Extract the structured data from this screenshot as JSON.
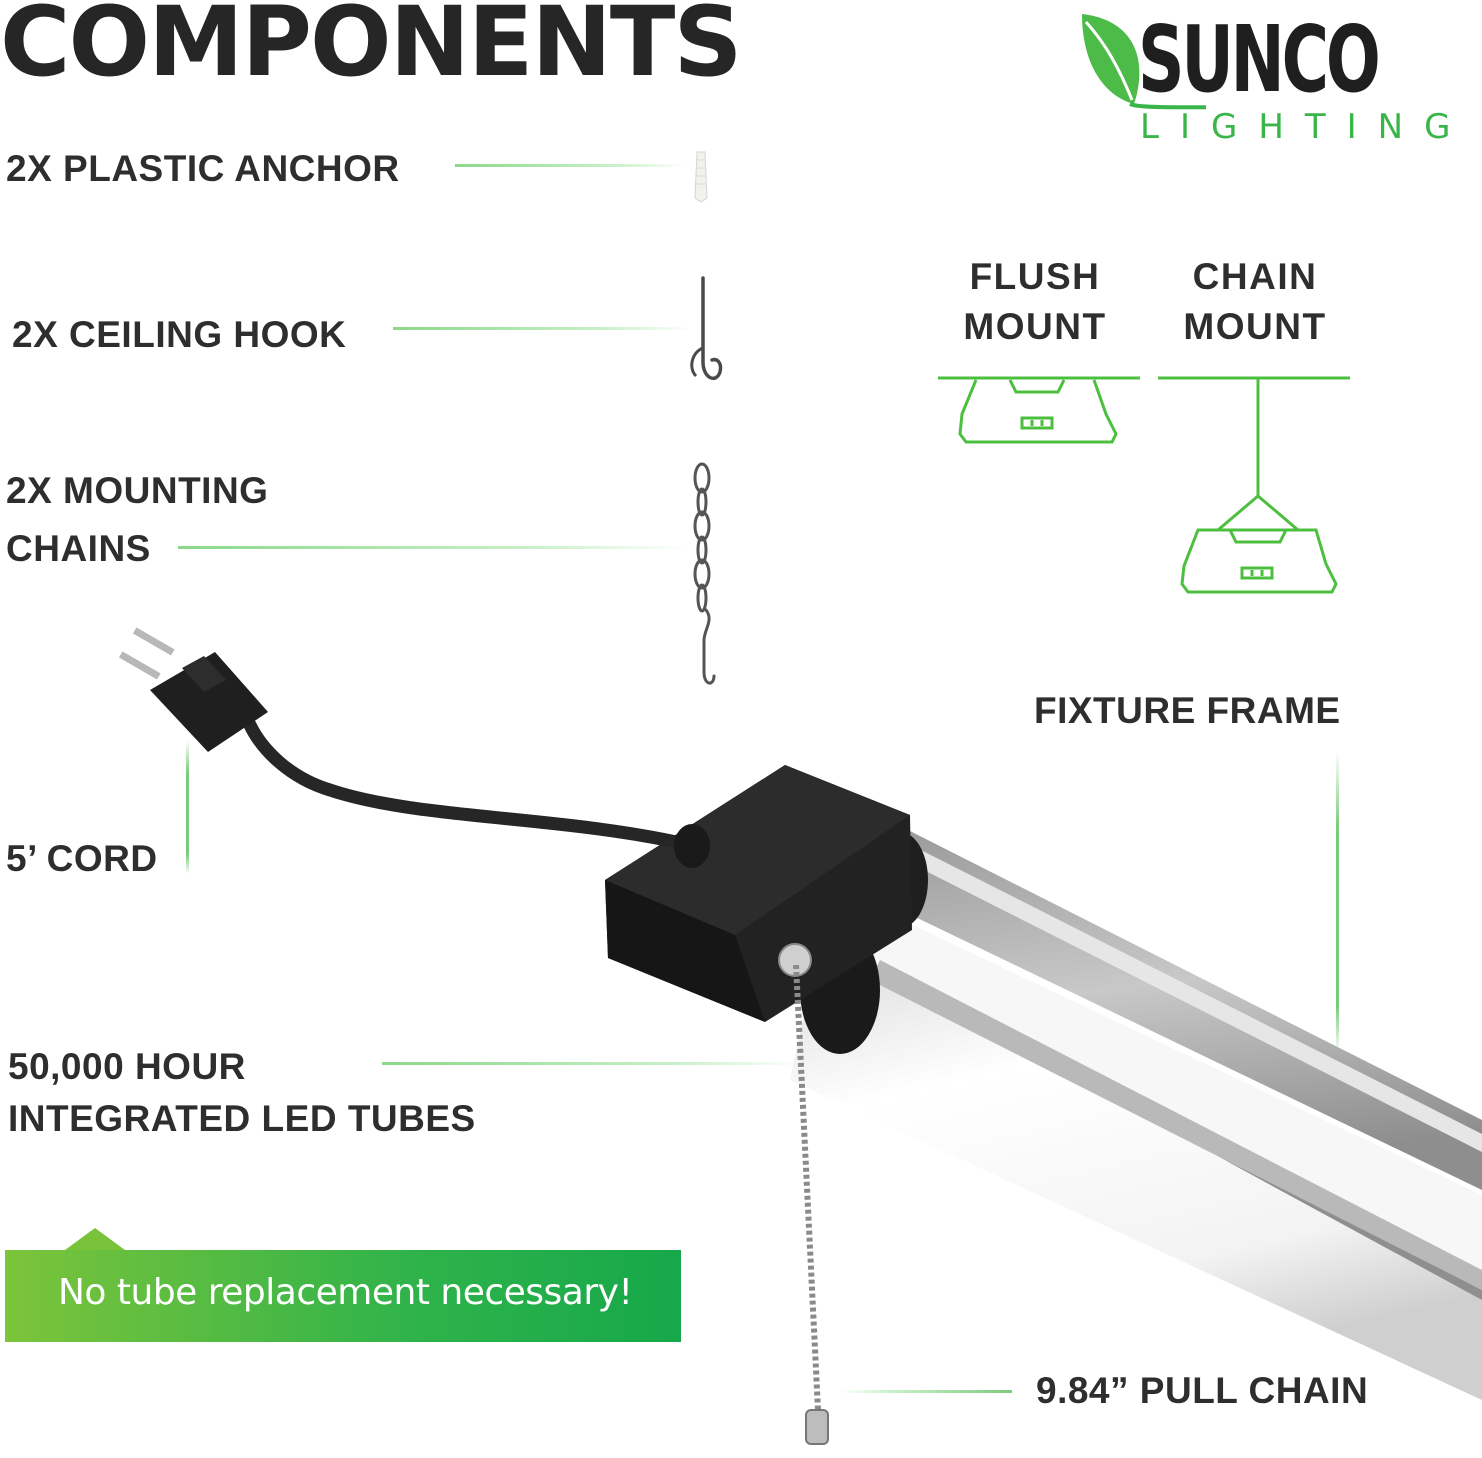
{
  "header": {
    "title": "COMPONENTS"
  },
  "logo": {
    "word": "SUNCO",
    "sub": "LIGHTING"
  },
  "components": {
    "anchor": "2X PLASTIC ANCHOR",
    "hook": "2X CEILING HOOK",
    "chains_line1": "2X MOUNTING",
    "chains_line2": "CHAINS",
    "cord": "5’ CORD",
    "tubes_line1": "50,000 HOUR",
    "tubes_line2": "INTEGRATED LED TUBES",
    "frame": "FIXTURE FRAME",
    "pull_chain": "9.84” PULL CHAIN"
  },
  "mounts": {
    "flush_line1": "FLUSH",
    "flush_line2": "MOUNT",
    "chain_line1": "CHAIN",
    "chain_line2": "MOUNT"
  },
  "banner": {
    "text": "No tube replacement necessary!"
  },
  "colors": {
    "accent": "#3ab54a",
    "fixture": "#1b1b1b",
    "text": "#2e2e2e"
  },
  "icons": [
    "leaf-icon",
    "plastic-anchor-icon",
    "ceiling-hook-icon",
    "mounting-chain-icon",
    "plug-icon",
    "flush-mount-icon",
    "chain-mount-icon",
    "pull-chain-icon"
  ]
}
